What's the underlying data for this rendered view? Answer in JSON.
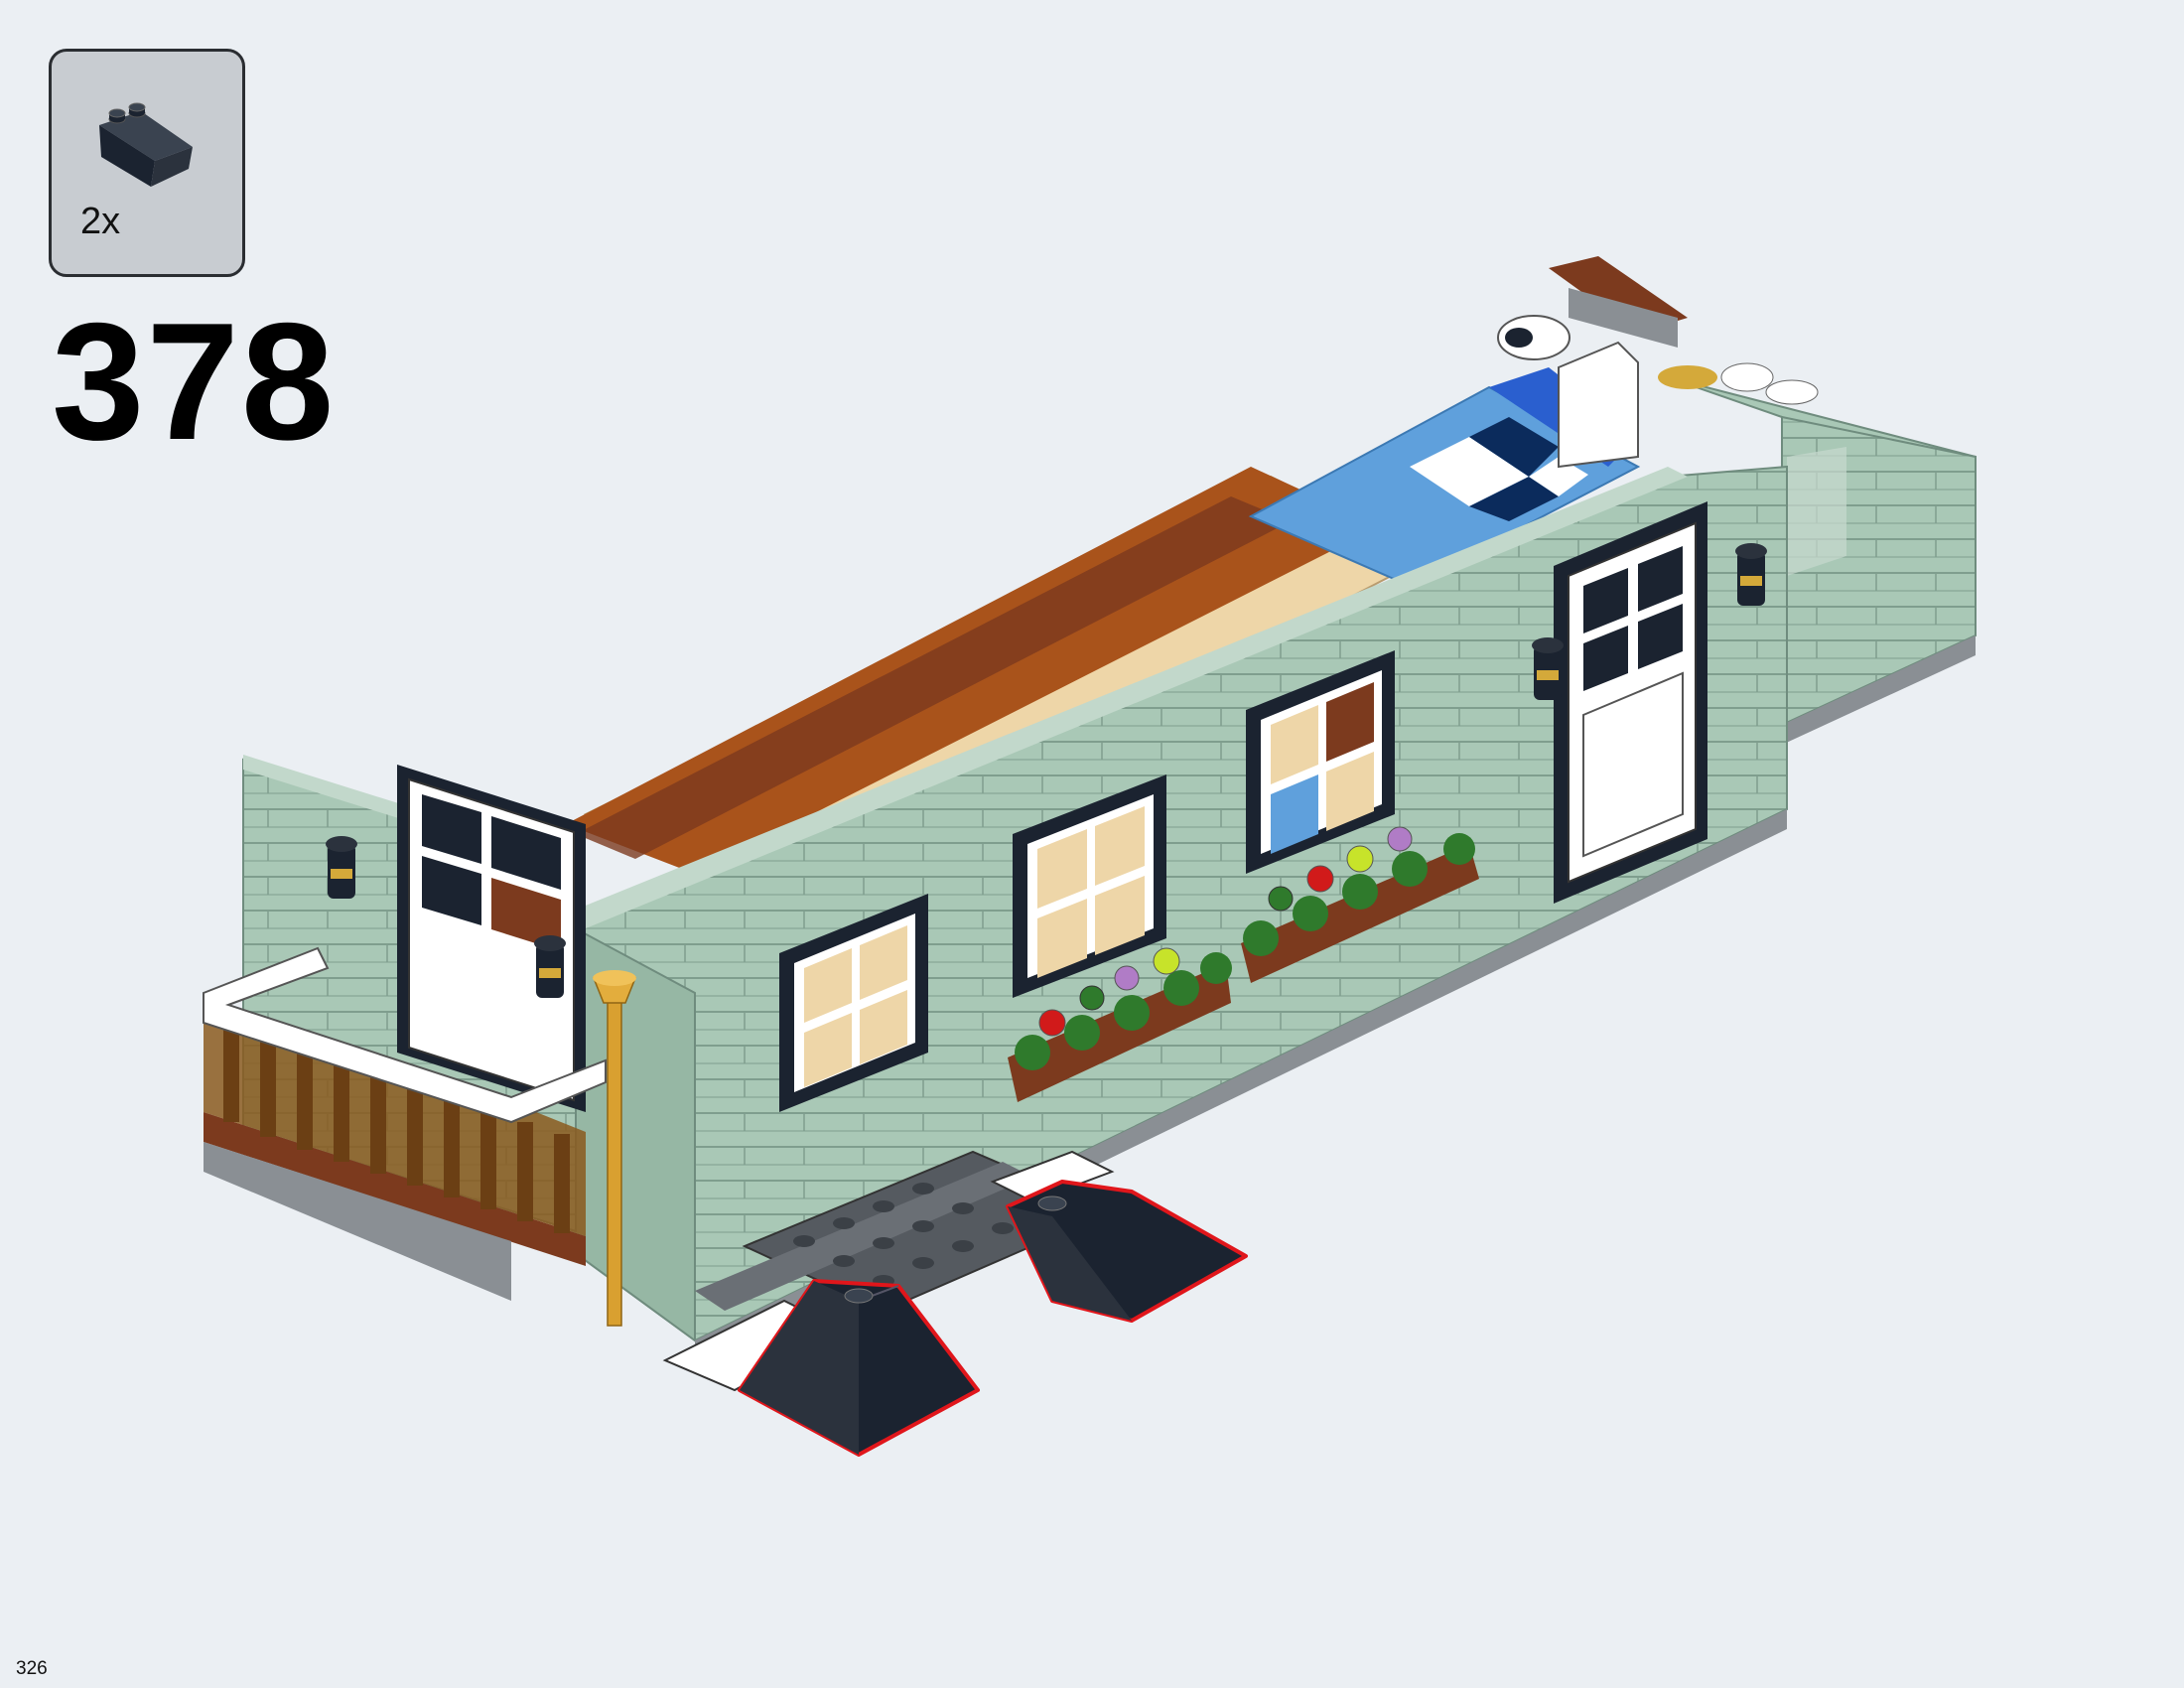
{
  "callout": {
    "quantity": "2x",
    "part_icon": "black-slope-brick-icon"
  },
  "step": {
    "number": "378"
  },
  "page": {
    "number": "326"
  },
  "colors": {
    "background": "#ebeff3",
    "sand_green": "#a9c8b6",
    "black": "#1b2330",
    "reddish_brown": "#7c3a1e",
    "dark_orange": "#a9531b",
    "tan": "#eed6a8",
    "medium_blue": "#5fa0dc",
    "white": "#ffffff",
    "highlight_red": "#e0161b"
  }
}
